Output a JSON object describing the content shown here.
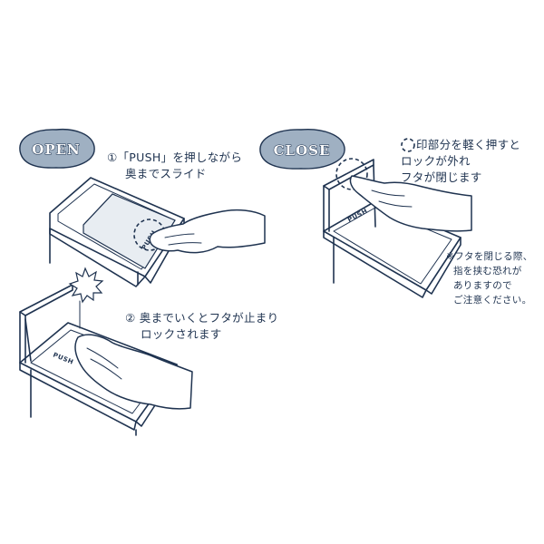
{
  "badges": {
    "open": "OPEN",
    "close": "CLOSE"
  },
  "open_steps": {
    "step1_line1": "①「PUSH」を押しながら",
    "step1_line2": "奥までスライド",
    "step2_line1": "② 奥までいくとフタが止まり",
    "step2_line2": "ロックされます"
  },
  "close_steps": {
    "line1": "印部分を軽く押すと",
    "line2": "ロックが外れ",
    "line3": "フタが閉じます"
  },
  "caution": {
    "line1": "※フタを閉じる際、",
    "line2": "指を挟む恐れが",
    "line3": "ありますので",
    "line4": "ご注意ください。"
  },
  "lid_label": "PUSH",
  "colors": {
    "ink": "#1f3350",
    "badge": "#9fb0c2",
    "lid_panel": "#e8edf2",
    "hand": "#ffffff"
  }
}
